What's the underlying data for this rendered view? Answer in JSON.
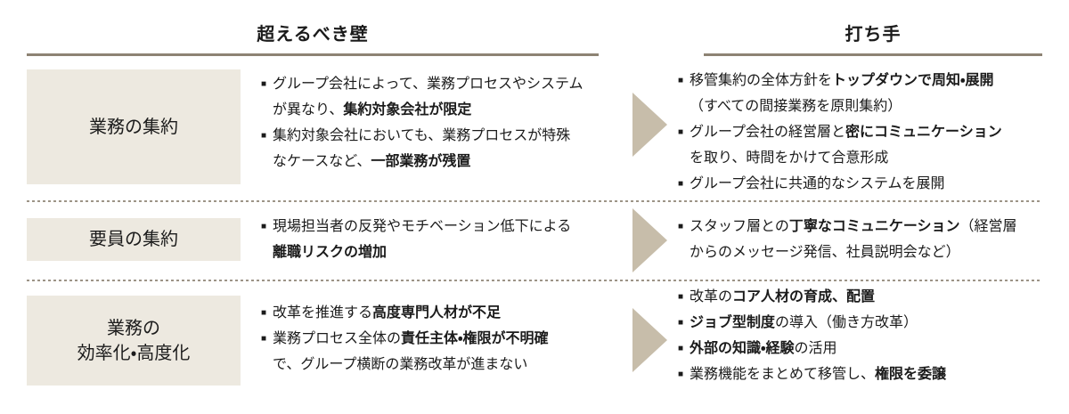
{
  "title_left": "超えるべき壁",
  "title_right": "打ち手",
  "glyphs": {
    "bullet": "■"
  },
  "colors": {
    "text": "#1b1b1b",
    "rule": "#8d8373",
    "dotted": "#9d9487",
    "box_bg": "#ede9e0",
    "arrow": "#c7bdaa"
  },
  "rows": [
    {
      "label_lines": [
        "業務の集約"
      ],
      "walls": [
        {
          "lines": [
            [
              {
                "t": "グループ会社によって、業務プロセスやシステム",
                "b": false
              }
            ],
            [
              {
                "t": "が異なり、",
                "b": false
              },
              {
                "t": "集約対象会社が限定",
                "b": true
              }
            ]
          ]
        },
        {
          "lines": [
            [
              {
                "t": "集約対象会社においても、業務プロセスが特殊",
                "b": false
              }
            ],
            [
              {
                "t": "なケースなど、",
                "b": false
              },
              {
                "t": "一部業務が残置",
                "b": true
              }
            ]
          ]
        }
      ],
      "measures": [
        {
          "lines": [
            [
              {
                "t": "移管集約の全体方針を",
                "b": false
              },
              {
                "t": "トップダウンで周知・展開",
                "b": true
              }
            ],
            [
              {
                "t": "（すべての間接業務を原則集約）",
                "b": false
              }
            ]
          ]
        },
        {
          "lines": [
            [
              {
                "t": "グループ会社の経営層と",
                "b": false
              },
              {
                "t": "密にコミュニケーション",
                "b": true
              }
            ],
            [
              {
                "t": "を取り、時間をかけて合意形成",
                "b": false
              }
            ]
          ]
        },
        {
          "lines": [
            [
              {
                "t": "グループ会社に共通的なシステムを展開",
                "b": false
              }
            ]
          ]
        }
      ]
    },
    {
      "label_lines": [
        "要員の集約"
      ],
      "walls": [
        {
          "lines": [
            [
              {
                "t": "現場担当者の反発やモチベーション低下による",
                "b": false
              }
            ],
            [
              {
                "t": "離職リスクの増加",
                "b": true
              }
            ]
          ]
        }
      ],
      "measures": [
        {
          "lines": [
            [
              {
                "t": "スタッフ層との",
                "b": false
              },
              {
                "t": "丁寧なコミュニケーション",
                "b": true
              },
              {
                "t": "（経営層",
                "b": false
              }
            ],
            [
              {
                "t": "からのメッセージ発信、社員説明会など）",
                "b": false
              }
            ]
          ]
        }
      ]
    },
    {
      "label_lines": [
        "業務の",
        "効率化・高度化"
      ],
      "walls": [
        {
          "lines": [
            [
              {
                "t": "改革を推進する",
                "b": false
              },
              {
                "t": "高度専門人材が不足",
                "b": true
              }
            ]
          ]
        },
        {
          "lines": [
            [
              {
                "t": "業務プロセス全体の",
                "b": false
              },
              {
                "t": "責任主体・権限が不明確",
                "b": true
              }
            ],
            [
              {
                "t": "で、グループ横断の業務改革が進まない",
                "b": false
              }
            ]
          ]
        }
      ],
      "measures": [
        {
          "lines": [
            [
              {
                "t": "改革の",
                "b": false
              },
              {
                "t": "コア人材の育成、配置",
                "b": true
              }
            ]
          ]
        },
        {
          "lines": [
            [
              {
                "t": "ジョブ型制度",
                "b": true
              },
              {
                "t": "の導入（働き方改革）",
                "b": false
              }
            ]
          ]
        },
        {
          "lines": [
            [
              {
                "t": "外部の知識・経験",
                "b": true
              },
              {
                "t": "の活用",
                "b": false
              }
            ]
          ]
        },
        {
          "lines": [
            [
              {
                "t": "業務機能をまとめて移管し、",
                "b": false
              },
              {
                "t": "権限を委譲",
                "b": true
              }
            ]
          ]
        }
      ]
    }
  ]
}
